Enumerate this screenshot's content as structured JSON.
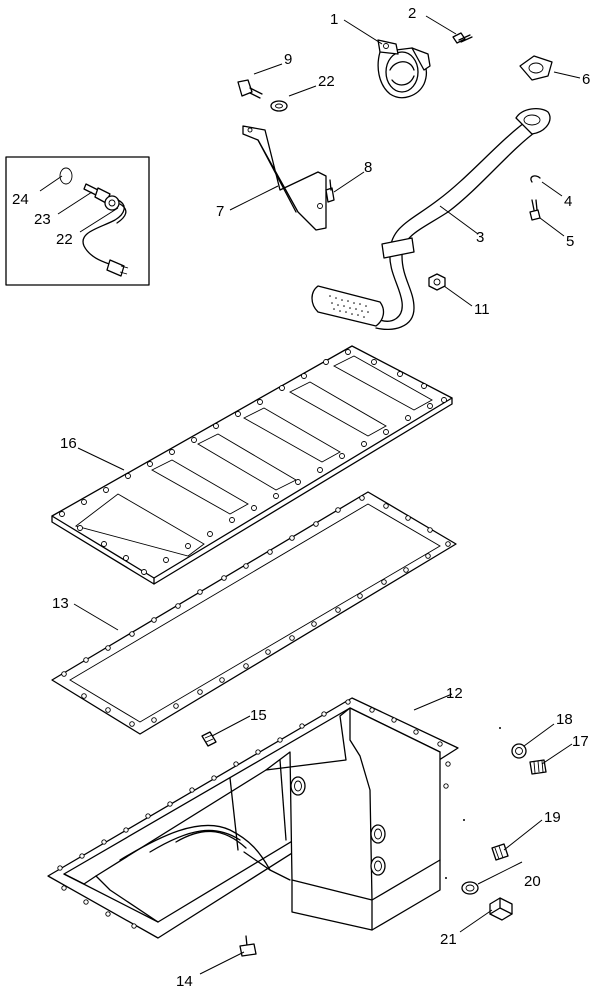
{
  "diagram": {
    "callouts": [
      {
        "id": "c1",
        "label": "1"
      },
      {
        "id": "c2",
        "label": "2"
      },
      {
        "id": "c3",
        "label": "3"
      },
      {
        "id": "c4",
        "label": "4"
      },
      {
        "id": "c5",
        "label": "5"
      },
      {
        "id": "c6",
        "label": "6"
      },
      {
        "id": "c7",
        "label": "7"
      },
      {
        "id": "c8",
        "label": "8"
      },
      {
        "id": "c9",
        "label": "9"
      },
      {
        "id": "c11",
        "label": "11"
      },
      {
        "id": "c12",
        "label": "12"
      },
      {
        "id": "c13",
        "label": "13"
      },
      {
        "id": "c14",
        "label": "14"
      },
      {
        "id": "c15",
        "label": "15"
      },
      {
        "id": "c16",
        "label": "16"
      },
      {
        "id": "c17",
        "label": "17"
      },
      {
        "id": "c18",
        "label": "18"
      },
      {
        "id": "c19",
        "label": "19"
      },
      {
        "id": "c20",
        "label": "20"
      },
      {
        "id": "c21",
        "label": "21"
      },
      {
        "id": "c22a",
        "label": "22"
      },
      {
        "id": "c22b",
        "label": "22"
      },
      {
        "id": "c23",
        "label": "23"
      },
      {
        "id": "c24",
        "label": "24"
      }
    ]
  }
}
